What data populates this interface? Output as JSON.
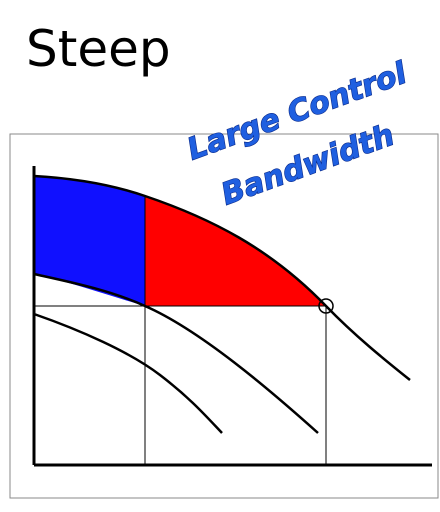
{
  "title": "Steep",
  "callout": {
    "line1": "Large Control",
    "line2": "Bandwidth"
  },
  "colors": {
    "blue_region": "#1010ff",
    "red_region": "#ff0000",
    "callout_fill": "#1f5fe0",
    "callout_stroke": "#0a2a8a",
    "lines": "#000000",
    "frame": "#8a8a8a"
  }
}
